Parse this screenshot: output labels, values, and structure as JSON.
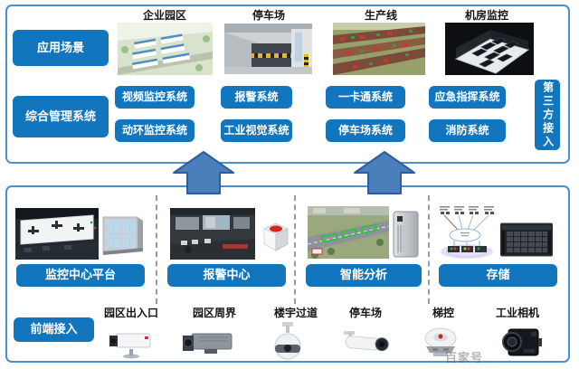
{
  "top": {
    "app_scenarios_label": "应用场景",
    "mgmt_system_label": "综合管理系统",
    "third_party_label": "第三方接入",
    "scenes": [
      {
        "label": "企业园区",
        "systems": [
          "视频监控系统",
          "动环监控系统"
        ]
      },
      {
        "label": "停车场",
        "systems": [
          "报警系统",
          "工业视觉系统"
        ]
      },
      {
        "label": "生产线",
        "systems": [
          "一卡通系统",
          "停车场系统"
        ]
      },
      {
        "label": "机房监控",
        "systems": [
          "应急指挥系统",
          "消防系统"
        ]
      }
    ]
  },
  "bottom": {
    "frontend_label": "前端接入",
    "platforms": [
      {
        "label": "监控中心平台"
      },
      {
        "label": "报警中心"
      },
      {
        "label": "智能分析"
      },
      {
        "label": "存储"
      }
    ],
    "devices": [
      {
        "label": "园区出入口"
      },
      {
        "label": "园区周界"
      },
      {
        "label": "楼宇过道"
      },
      {
        "label": "停车场"
      },
      {
        "label": "梯控"
      },
      {
        "label": "工业相机"
      }
    ]
  },
  "watermark": "百家号",
  "colors": {
    "button_blue": "#1276bf",
    "panel_border_blue": "#4a90d0",
    "arrow_fill": "#4b7fbc",
    "arrow_stroke": "#2e5c9e"
  }
}
